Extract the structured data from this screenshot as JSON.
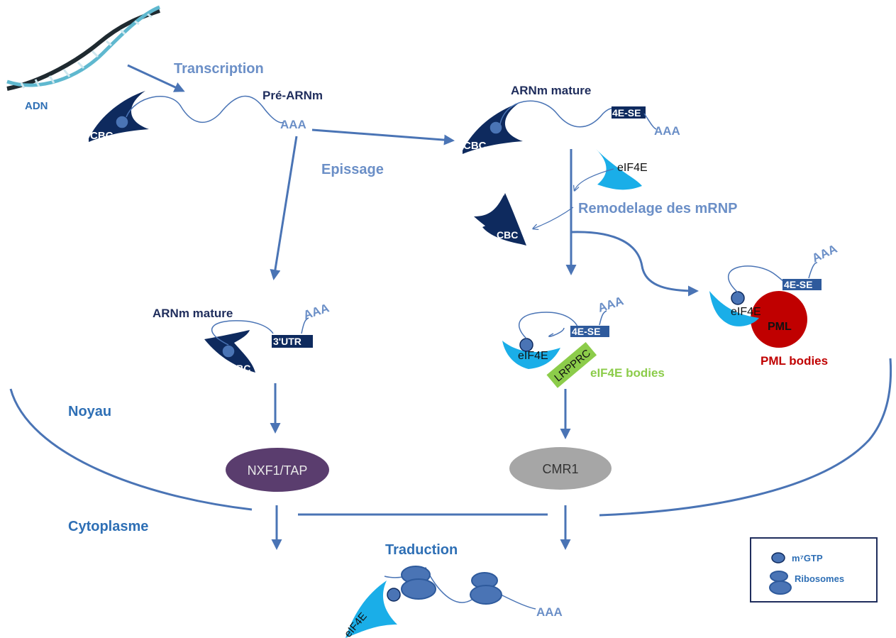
{
  "labels": {
    "adn": "ADN",
    "transcription": "Transcription",
    "pre_arnm": "Pré-ARNm",
    "epissage": "Epissage",
    "arnm_mature": "ARNm mature",
    "remodelage": "Remodelage des mRNP",
    "noyau": "Noyau",
    "cytoplasme": "Cytoplasme",
    "traduction": "Traduction",
    "nxf1": "NXF1/TAP",
    "cmr1": "CMR1",
    "eif4e_bodies": "eIF4E bodies",
    "pml_bodies": "PML bodies",
    "pml": "PML",
    "lrpprc": "LRPPRC",
    "cbc": "CBC",
    "eif4e": "eIF4E",
    "aaa": "AAA",
    "utr3": "3'UTR",
    "se4e": "4E-SE"
  },
  "legend": {
    "m7gtp": "m⁷GTP",
    "ribosomes": "Ribosomes"
  },
  "colors": {
    "arrow": "#4a74b5",
    "cbc": "#0e2a5e",
    "eif4e": "#1aaee8",
    "pml": "#c00000",
    "nxf1": "#5a3d6e",
    "cmr1": "#a6a6a6",
    "lrpprc": "#8ccc4a",
    "cap": "#4a74b5",
    "eif4e_bodies": "#8ccc4a",
    "pml_bodies": "#c00000"
  }
}
